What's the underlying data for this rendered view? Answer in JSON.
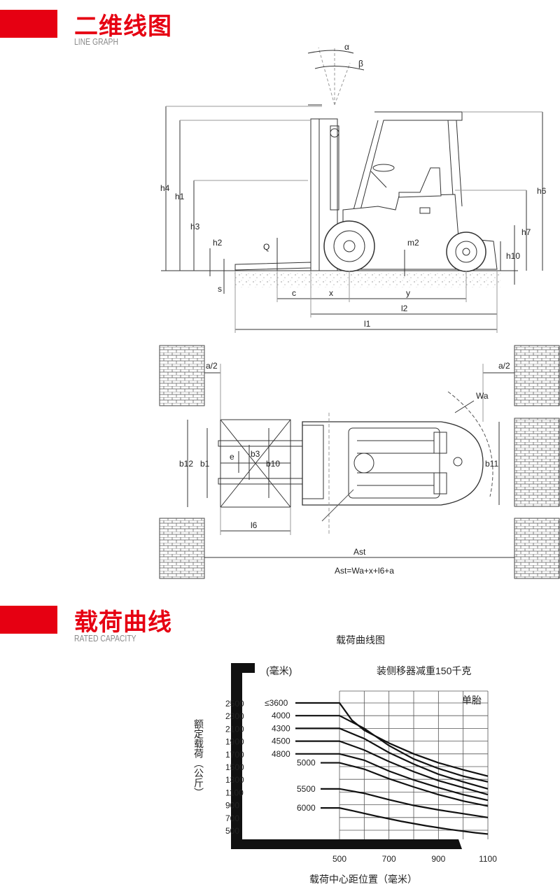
{
  "section1": {
    "title": "二维线图",
    "subtitle": "LINE GRAPH"
  },
  "section2": {
    "title": "载荷曲线",
    "subtitle": "RATED CAPACITY"
  },
  "side_view": {
    "labels": {
      "alpha": "α",
      "beta": "β",
      "h4": "h4",
      "h1": "h1",
      "h3": "h3",
      "h2": "h2",
      "s": "s",
      "Q": "Q",
      "m2": "m2",
      "h6": "h6",
      "h7": "h7",
      "h10": "h10",
      "c": "c",
      "x": "x",
      "y": "y",
      "l2": "l2",
      "l1": "l1"
    }
  },
  "top_view": {
    "labels": {
      "a2_left": "a/2",
      "a2_right": "a/2",
      "Wa": "Wa",
      "b12": "b12",
      "b1": "b1",
      "e": "e",
      "b3": "b3",
      "b10": "b10",
      "b11": "b11",
      "l6": "l6",
      "Ast": "Ast",
      "formula": "Ast=Wa+x+l6+a"
    }
  },
  "chart_data": {
    "type": "line",
    "title": "载荷曲线图",
    "unit_label": "(毫米)",
    "note": "装侧移器减重150千克",
    "tire": "单胎",
    "ylabel": "额定载荷（公斤）",
    "xlabel": "载荷中心距位置（毫米）",
    "y_ticks": [
      "2500",
      "2300",
      "2100",
      "1900",
      "1700",
      "1500",
      "1300",
      "1100",
      "900",
      "700",
      "500"
    ],
    "x_ticks": [
      "500",
      "700",
      "900",
      "1100"
    ],
    "xlim": [
      500,
      1100
    ],
    "ylim": [
      400,
      2600
    ],
    "series": [
      {
        "name": "≤3600",
        "x": [
          500,
          550,
          600,
          700,
          800,
          900,
          1000,
          1100
        ],
        "y": [
          2500,
          2230,
          2070,
          1870,
          1700,
          1560,
          1450,
          1350
        ]
      },
      {
        "name": "4000",
        "x": [
          500,
          600,
          700,
          800,
          900,
          1000,
          1100
        ],
        "y": [
          2300,
          2100,
          1830,
          1620,
          1470,
          1350,
          1260
        ]
      },
      {
        "name": "4300",
        "x": [
          500,
          600,
          700,
          800,
          900,
          1000,
          1100
        ],
        "y": [
          2100,
          1940,
          1720,
          1540,
          1380,
          1260,
          1150
        ]
      },
      {
        "name": "4500",
        "x": [
          500,
          600,
          700,
          800,
          900,
          1000,
          1100
        ],
        "y": [
          1900,
          1760,
          1580,
          1420,
          1280,
          1170,
          1060
        ]
      },
      {
        "name": "4800",
        "x": [
          500,
          600,
          700,
          800,
          900,
          1000,
          1100
        ],
        "y": [
          1700,
          1600,
          1430,
          1290,
          1170,
          1060,
          970
        ]
      },
      {
        "name": "5000",
        "x": [
          500,
          600,
          700,
          800,
          900,
          1000,
          1100
        ],
        "y": [
          1560,
          1460,
          1310,
          1180,
          1060,
          960,
          880
        ]
      },
      {
        "name": "5500",
        "x": [
          500,
          600,
          700,
          800,
          900,
          1000,
          1100
        ],
        "y": [
          1150,
          1080,
          980,
          890,
          820,
          760,
          700
        ]
      },
      {
        "name": "6000",
        "x": [
          500,
          560,
          650,
          750,
          850,
          950,
          1050,
          1100
        ],
        "y": [
          850,
          800,
          720,
          640,
          570,
          510,
          460,
          440
        ]
      }
    ]
  }
}
